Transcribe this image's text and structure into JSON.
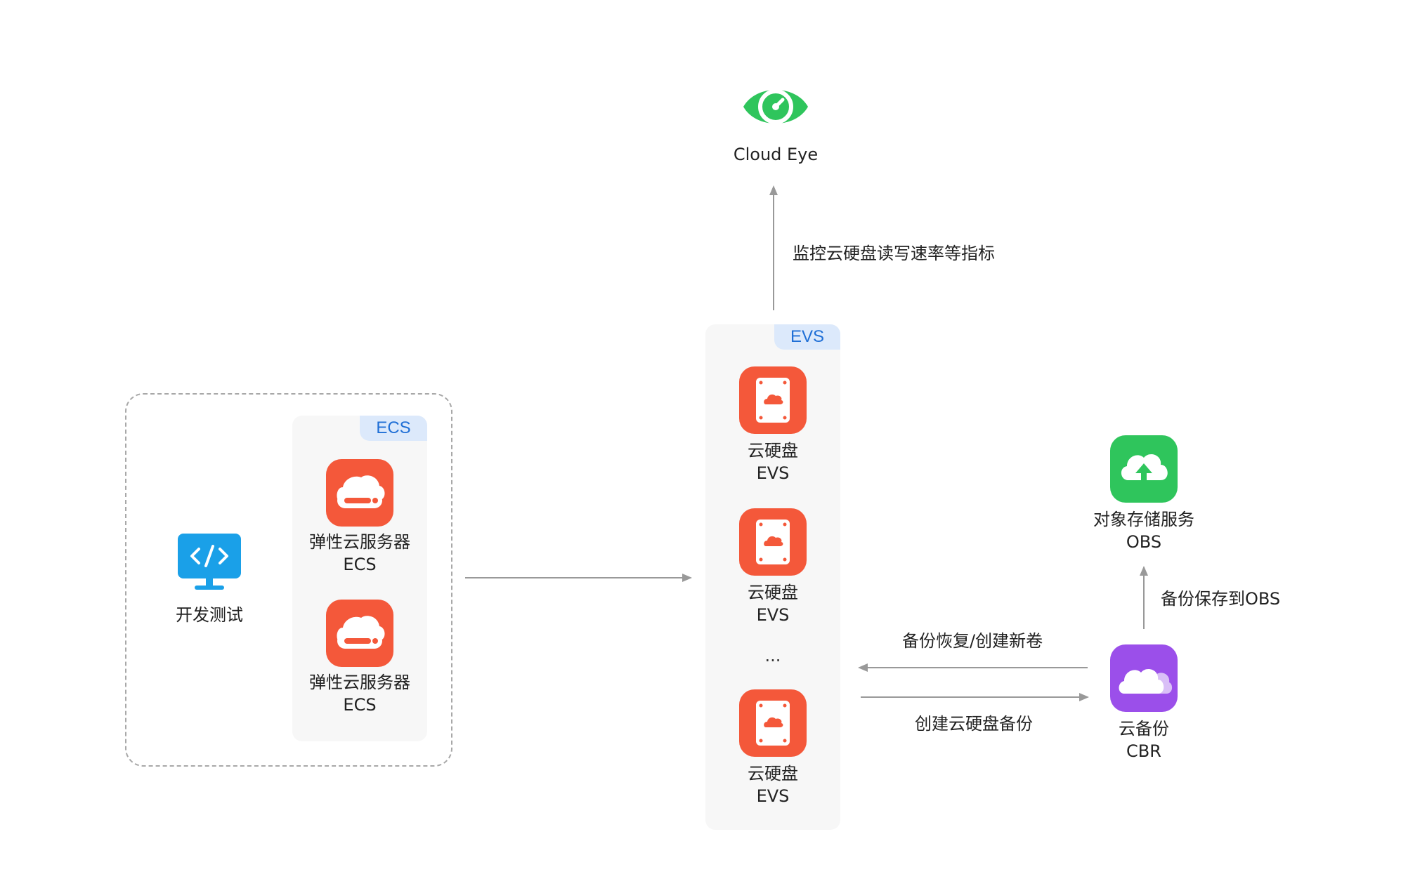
{
  "cloud_eye": {
    "label": "Cloud Eye",
    "icon": "eye-icon",
    "color": "#2fc55c"
  },
  "dev_group": {
    "dev_test": {
      "label": "开发测试",
      "icon": "code-monitor-icon",
      "color": "#1aa0e8"
    },
    "ecs_panel": {
      "tag": "ECS",
      "items": [
        {
          "name": "弹性云服务器",
          "code": "ECS"
        },
        {
          "name": "弹性云服务器",
          "code": "ECS"
        }
      ]
    }
  },
  "evs_panel": {
    "tag": "EVS",
    "items": [
      {
        "name": "云硬盘",
        "code": "EVS"
      },
      {
        "name": "云硬盘",
        "code": "EVS"
      },
      {
        "name": "云硬盘",
        "code": "EVS"
      }
    ],
    "ellipsis": "..."
  },
  "obs": {
    "name": "对象存储服务",
    "code": "OBS",
    "color": "#2fc55c"
  },
  "cbr": {
    "name": "云备份",
    "code": "CBR",
    "color": "#9b4fea"
  },
  "edges": {
    "evs_to_cloudeye": "监控云硬盘读写速率等指标",
    "cbr_to_obs": "备份保存到OBS",
    "cbr_to_evs": "备份恢复/创建新卷",
    "evs_to_cbr": "创建云硬盘备份"
  },
  "colors": {
    "orange": "#f4583a",
    "tag_bg": "#dce9fb",
    "tag_text": "#1f6fd6",
    "arrow": "#999999"
  }
}
